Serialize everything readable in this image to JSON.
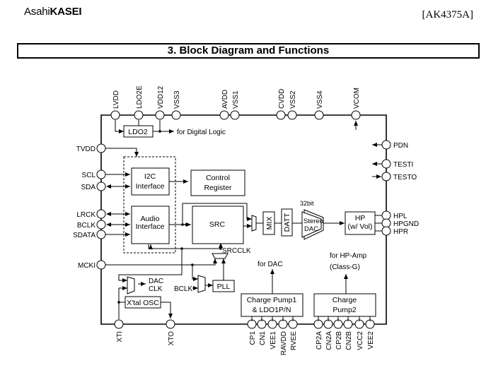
{
  "header": {
    "brand_light": "Asahi",
    "brand_bold": "KASEI",
    "doc_id": "[AK4375A]"
  },
  "section": {
    "title": "3.  Block Diagram and Functions"
  },
  "diagram": {
    "top_pins": [
      "LVDD",
      "LDO2E",
      "VDD12",
      "VSS3",
      "AVDD",
      "VSS1",
      "CVDD",
      "VSS2",
      "VSS4",
      "VCOM"
    ],
    "left_pins": [
      "TVDD",
      "SCL",
      "SDA",
      "LRCK",
      "BCLK",
      "SDATA",
      "MCKI"
    ],
    "right_pins": [
      "PDN",
      "TESTI",
      "TESTO",
      "HPL",
      "HPGND",
      "HPR"
    ],
    "bottom_pins": [
      "XTI",
      "XTO",
      "CP1",
      "CN1",
      "VEE1",
      "RAVDD",
      "RVEE",
      "CP2A",
      "CN2A",
      "CP2B",
      "CN2B",
      "VCC2",
      "VEE2"
    ],
    "blocks": {
      "ldo2": "LDO2",
      "i2c_line1": "I2C",
      "i2c_line2": "Interface",
      "ctrl_line1": "Control",
      "ctrl_line2": "Register",
      "audio_line1": "Audio",
      "audio_line2": "Interface",
      "src": "SRC",
      "mix": "MIX",
      "datt": "DATT",
      "dac_line1": "Stereo",
      "dac_line2": "DAC",
      "hp_line1": "HP",
      "hp_line2": "(w/ Vol)",
      "pll": "PLL",
      "xtal": "X'tal OSC",
      "cp1_line1": "Charge Pump1",
      "cp1_line2": "& LDO1P/N",
      "cp2_line1": "Charge",
      "cp2_line2": "Pump2"
    },
    "labels": {
      "digital_logic": "for Digital Logic",
      "bit_depth": "32bit",
      "srcclk": "SRCCLK",
      "dac_clk_line1": "DAC",
      "dac_clk_line2": "CLK",
      "bclk_in": "BCLK",
      "for_dac": "for DAC",
      "hp_amp_line1": "for HP-Amp",
      "hp_amp_line2": "(Class-G)"
    }
  }
}
